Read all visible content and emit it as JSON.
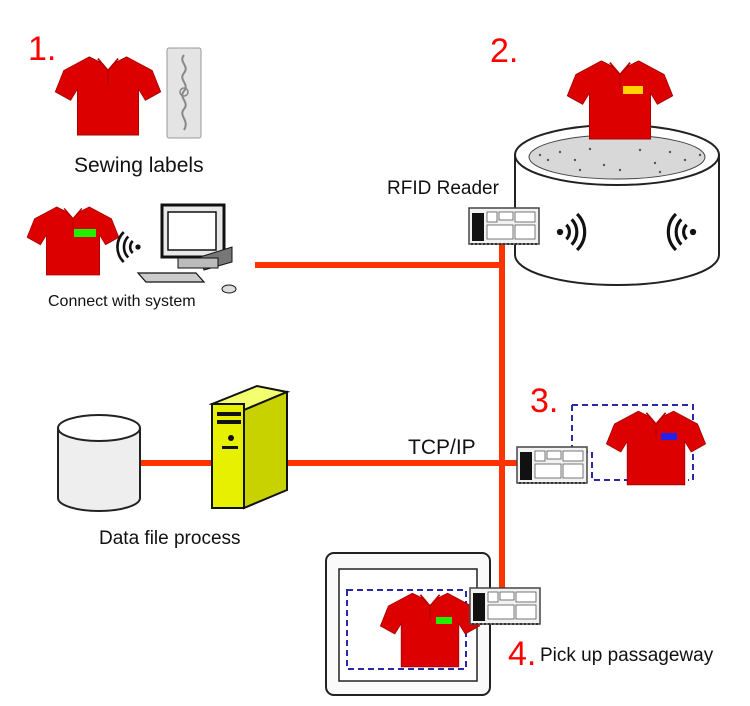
{
  "steps": {
    "s1": "1.",
    "s2": "2.",
    "s3": "3.",
    "s4": "4."
  },
  "labels": {
    "sewing": "Sewing labels",
    "connect": "Connect with system",
    "reader": "RFID Reader",
    "tcpip": "TCP/IP",
    "datafile": "Data file process",
    "pickup": "Pick up passageway"
  },
  "colors": {
    "line": "#ff3300",
    "shirt": "#dd0000",
    "step": "#ff0000",
    "server": "#e6f000",
    "tag_green": "#22ee00",
    "tag_yellow": "#ffd400",
    "tag_blue": "#2222ee",
    "dash": "#2a2aa8"
  }
}
